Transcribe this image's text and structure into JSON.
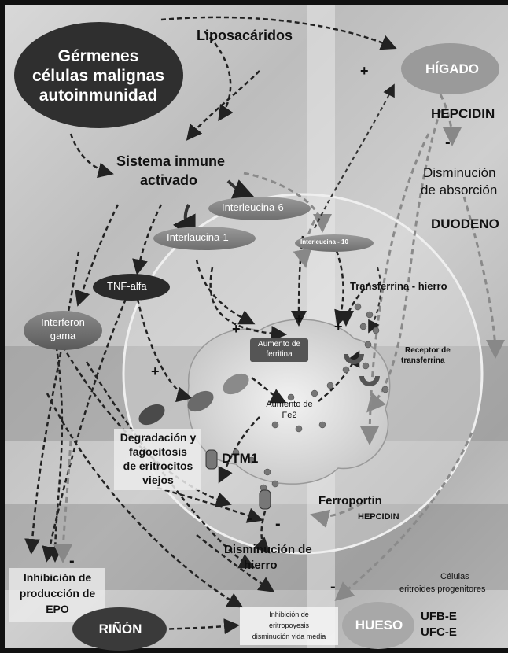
{
  "colors": {
    "background": "#c8c8c8",
    "dark_oval": "#3a3a3a",
    "light_oval": "#9a9a9a",
    "text": "#111111"
  },
  "labels": {
    "germenes": "Gérmenes",
    "celulas_malignas": "células malignas",
    "autoinmunidad": "autoinmunidad",
    "liposacaridos": "Liposacáridos",
    "higado": "HÍGADO",
    "hepcidin": "HEPCIDIN",
    "disminucion_absorcion_1": "Disminución",
    "disminucion_absorcion_2": "de absorción",
    "duodeno": "DUODENO",
    "sistema_inmune_1": "Sistema inmune",
    "sistema_inmune_2": "activado",
    "interleucina_6": "Interleucina-6",
    "interleucina_1": "Interlaucina-1",
    "interleucina_10": "Interleucina - 10",
    "tnf_alfa": "TNF-alfa",
    "interferon_1": "Interferon",
    "interferon_2": "gama",
    "transferrina_hierro": "Transferrina - hierro",
    "aumento_ferritina_1": "Aumento de",
    "aumento_ferritina_2": "ferritina",
    "receptor_1": "Receptor de",
    "receptor_2": "transferrina",
    "aumento_fe2_1": "Aumento de",
    "aumento_fe2_2": "Fe2",
    "degradacion_1": "Degradación y",
    "degradacion_2": "fagocitosis",
    "degradacion_3": "de eritrocitos",
    "degradacion_4": "viejos",
    "dtm1": "DTM1",
    "ferroportin": "Ferroportin",
    "hepcidin_small": "HEPCIDIN",
    "disminucion_hierro_1": "Disminución de",
    "disminucion_hierro_2": "hierro",
    "inhibicion_epo_1": "Inhibición de",
    "inhibicion_epo_2": "producción de",
    "inhibicion_epo_3": "EPO",
    "rinon": "RIÑÓN",
    "inhibicion_eritro_1": "Inhibición de",
    "inhibicion_eritro_2": "eritropoyesis",
    "inhibicion_eritro_3": "disminución vida media",
    "hueso": "HUESO",
    "celulas_progenitoras_1": "Células",
    "celulas_progenitoras_2": "eritroides progenitores",
    "ufb": "UFB-E",
    "ufc": "UFC-E",
    "plus": "+",
    "minus": "-"
  }
}
